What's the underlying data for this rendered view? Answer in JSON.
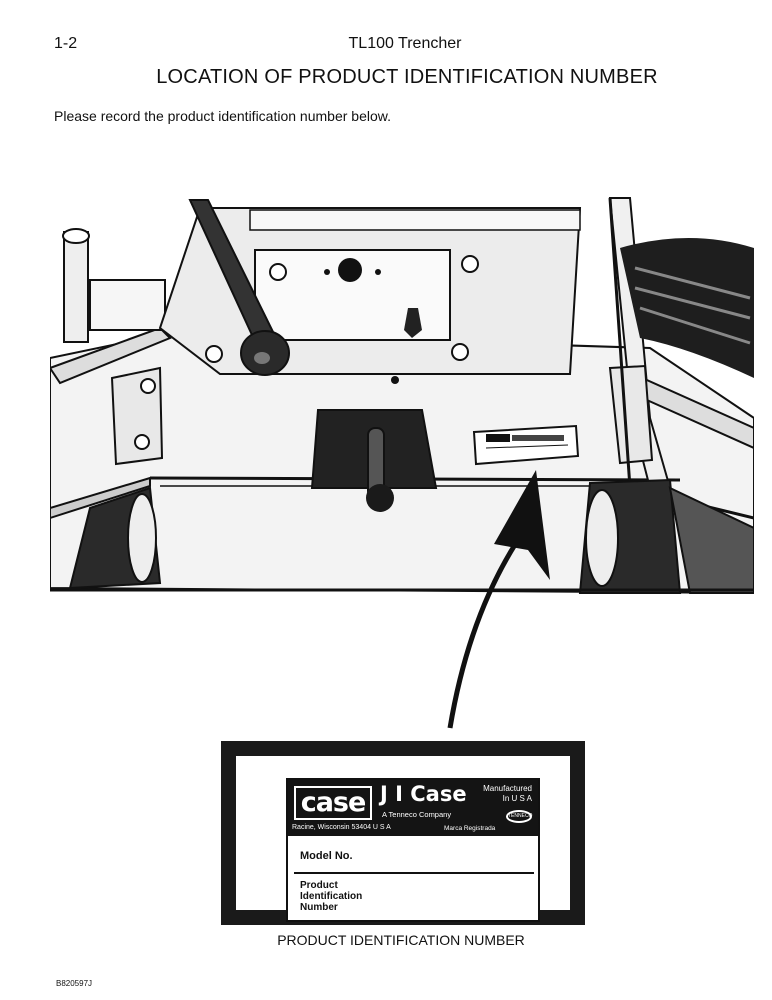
{
  "header": {
    "page_number": "1-2",
    "running_title": "TL100 Trencher"
  },
  "section_heading": "LOCATION OF PRODUCT IDENTIFICATION NUMBER",
  "intro_text": "Please record the product identification number below.",
  "decal": {
    "logo_text": "case",
    "company_name": "J I Case",
    "company_subtitle": "A Tenneco Company",
    "manufactured_line1": "Manufactured",
    "manufactured_line2": "In U S A",
    "address": "Racine, Wisconsin   53404 U S A",
    "marca": "Marca Registrada",
    "tenneco_mark": "TENNECO",
    "model_label": "Model No.",
    "pin_label_line1": "Product",
    "pin_label_line2": "Identification",
    "pin_label_line3": "Number"
  },
  "caption": "PRODUCT IDENTIFICATION NUMBER",
  "document_code": "B820597J"
}
